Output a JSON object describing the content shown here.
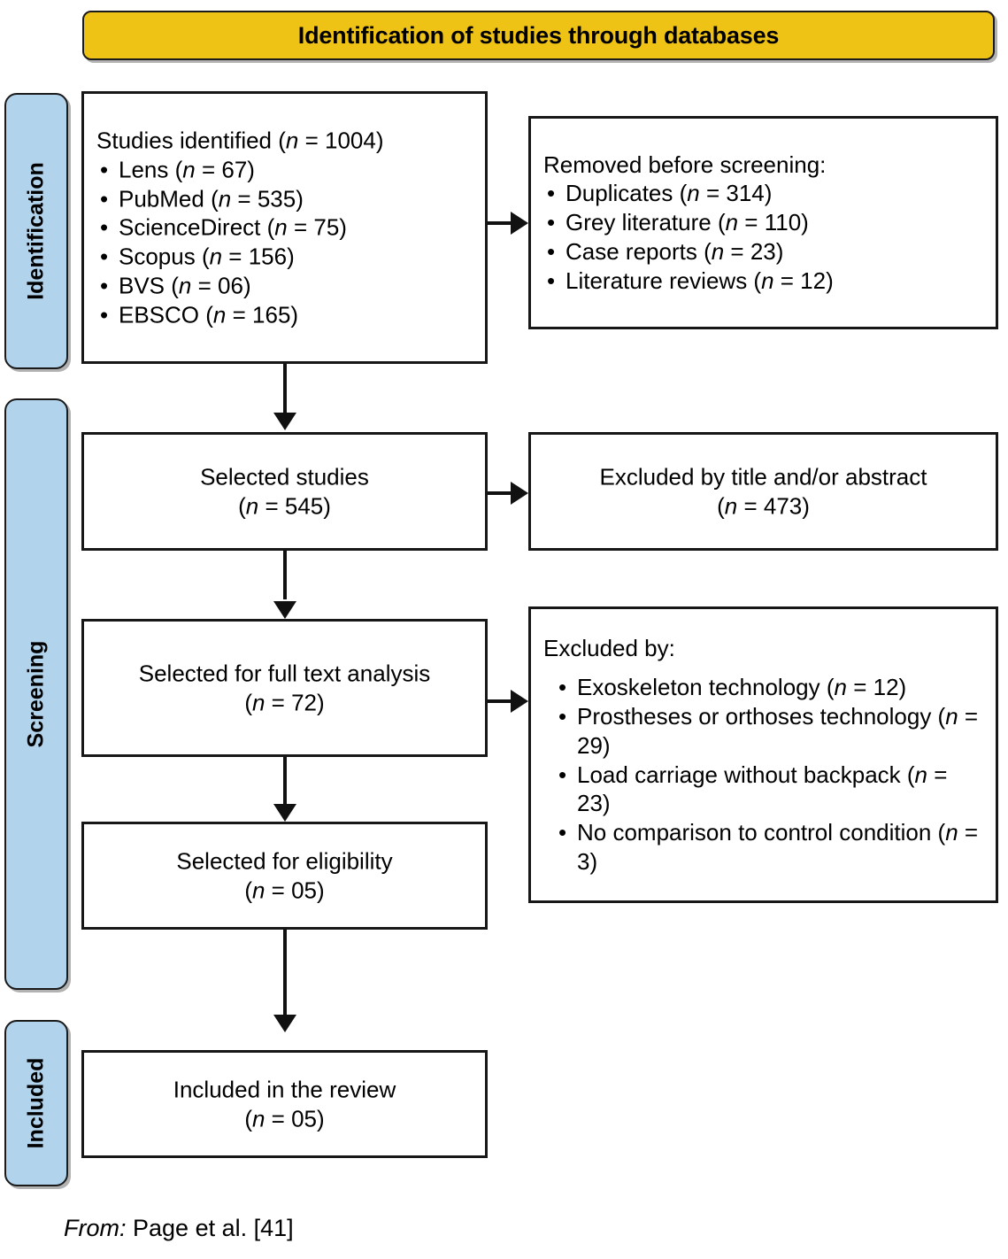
{
  "banner": {
    "title": "Identification of studies through databases",
    "color": "#efc316"
  },
  "stages": {
    "identification": "Identification",
    "screening": "Screening",
    "included": "Included",
    "color": "#b2d3ec"
  },
  "boxes": {
    "identified": {
      "heading": "Studies identified (n = 1004)",
      "heading_text": "Studies identified (",
      "heading_n": "n",
      "heading_tail": " = 1004)",
      "items": [
        {
          "label": "Lens (",
          "n": "n",
          "tail": " = 67)"
        },
        {
          "label": "PubMed (",
          "n": "n",
          "tail": " = 535)"
        },
        {
          "label": "ScienceDirect (",
          "n": "n",
          "tail": " = 75)"
        },
        {
          "label": "Scopus (",
          "n": "n",
          "tail": " = 156)"
        },
        {
          "label": "BVS (",
          "n": "n",
          "tail": " = 06)"
        },
        {
          "label": "EBSCO (",
          "n": "n",
          "tail": " = 165)"
        }
      ]
    },
    "removed": {
      "heading": "Removed before screening:",
      "items": [
        {
          "label": "Duplicates (",
          "n": "n",
          "tail": " = 314)"
        },
        {
          "label": "Grey literature (",
          "n": "n",
          "tail": " = 110)"
        },
        {
          "label": "Case reports (",
          "n": "n",
          "tail": " = 23)"
        },
        {
          "label": "Literature reviews (",
          "n": "n",
          "tail": " = 12)"
        }
      ]
    },
    "selected_studies": {
      "line1": "Selected studies",
      "line2_open": "(",
      "line2_n": "n",
      "line2_tail": " = 545)"
    },
    "excluded_title_abstract": {
      "line1": "Excluded by title and/or abstract",
      "line2_open": "(",
      "line2_n": "n",
      "line2_tail": " = 473)"
    },
    "full_text": {
      "line1": "Selected for full text analysis",
      "line2_open": "(",
      "line2_n": "n",
      "line2_tail": " = 72)"
    },
    "excluded_by": {
      "heading": "Excluded by:",
      "items": [
        {
          "label": "Exoskeleton technology (",
          "n": "n",
          "tail": " = 12)"
        },
        {
          "label": "Prostheses or orthoses technology (",
          "n": "n",
          "tail": " = 29)"
        },
        {
          "label": "Load carriage without backpack (",
          "n": "n",
          "tail": " = 23)"
        },
        {
          "label": "No comparison to control condition (",
          "n": "n",
          "tail": " = 3)"
        }
      ]
    },
    "eligibility": {
      "line1": "Selected for eligibility",
      "line2_open": "(",
      "line2_n": "n",
      "line2_tail": " = 05)"
    },
    "included_review": {
      "line1": "Included in the review",
      "line2_open": "(",
      "line2_n": "n",
      "line2_tail": " = 05)"
    }
  },
  "footer": {
    "from": "From:",
    "citation": "Page et al. [41]"
  }
}
